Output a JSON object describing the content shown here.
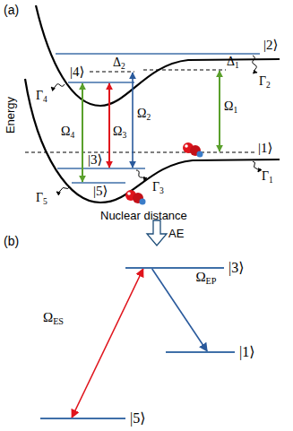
{
  "diagram": {
    "nodes": [
      {
        "text": [
          "|3⟩"
        ]
      },
      {
        "text": [
          "|1⟩"
        ]
      },
      {
        "text": [
          "|5⟩"
        ]
      }
    ],
    "edges": [
      {
        "from": 2,
        "to": 0,
        "arrow": "both",
        "label": "ΩES"
      },
      {
        "from": 0,
        "to": 1,
        "arrow": "to",
        "label": "ΩEP"
      }
    ],
    "labels": [
      "(a)",
      "Energy",
      "|2⟩",
      "|4⟩",
      "Δ1",
      "Δ2",
      "Γ2",
      "Γ4",
      "|1⟩",
      "Ω1",
      "Ω2",
      "Ω3",
      "Ω4",
      "|3⟩",
      "Γ1",
      "Γ3",
      "|5⟩",
      "Γ5",
      "Nuclear distance",
      "(b)",
      "AE"
    ]
  }
}
